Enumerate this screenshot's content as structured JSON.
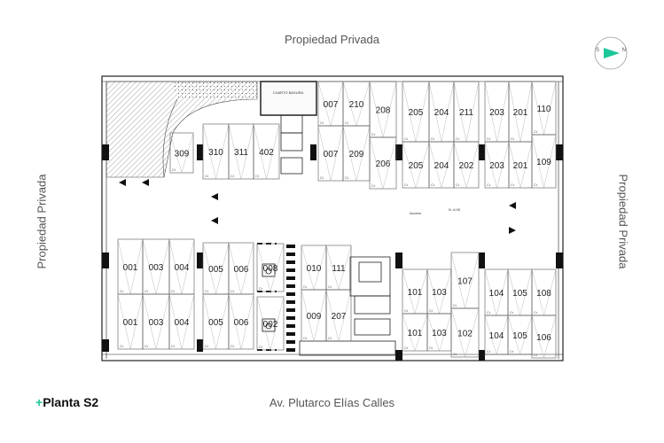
{
  "top_label": "Propiedad Privada",
  "left_label": "Propiedad Privada",
  "right_label": "Propiedad Privada",
  "bottom_label": "Av. Plutarco Elías Calles",
  "title_plus": "+",
  "title_text": "Planta S2",
  "compass": {
    "south": "S",
    "north": "N",
    "accent": "#1cc79a"
  },
  "room_label": "CUARTO BASURA",
  "access_label": "Acceso",
  "level_label": "N -6.00",
  "stall_marker": "Cr",
  "stalls": [
    {
      "num": "309"
    },
    {
      "num": "310"
    },
    {
      "num": "311"
    },
    {
      "num": "402"
    },
    {
      "num": "007"
    },
    {
      "num": "210"
    },
    {
      "num": "007"
    },
    {
      "num": "209"
    },
    {
      "num": "208"
    },
    {
      "num": "206"
    },
    {
      "num": "205"
    },
    {
      "num": "204"
    },
    {
      "num": "205"
    },
    {
      "num": "204"
    },
    {
      "num": "211"
    },
    {
      "num": "202"
    },
    {
      "num": "203"
    },
    {
      "num": "201"
    },
    {
      "num": "203"
    },
    {
      "num": "201"
    },
    {
      "num": "110"
    },
    {
      "num": "109"
    },
    {
      "num": "001"
    },
    {
      "num": "003"
    },
    {
      "num": "004"
    },
    {
      "num": "001"
    },
    {
      "num": "003"
    },
    {
      "num": "004"
    },
    {
      "num": "005"
    },
    {
      "num": "006"
    },
    {
      "num": "005"
    },
    {
      "num": "006"
    },
    {
      "num": "008"
    },
    {
      "num": "002"
    },
    {
      "num": "010"
    },
    {
      "num": "111"
    },
    {
      "num": "009"
    },
    {
      "num": "207"
    },
    {
      "num": "101"
    },
    {
      "num": "103"
    },
    {
      "num": "101"
    },
    {
      "num": "103"
    },
    {
      "num": "107"
    },
    {
      "num": "102"
    },
    {
      "num": "104"
    },
    {
      "num": "105"
    },
    {
      "num": "104"
    },
    {
      "num": "105"
    },
    {
      "num": "108"
    },
    {
      "num": "106"
    }
  ]
}
